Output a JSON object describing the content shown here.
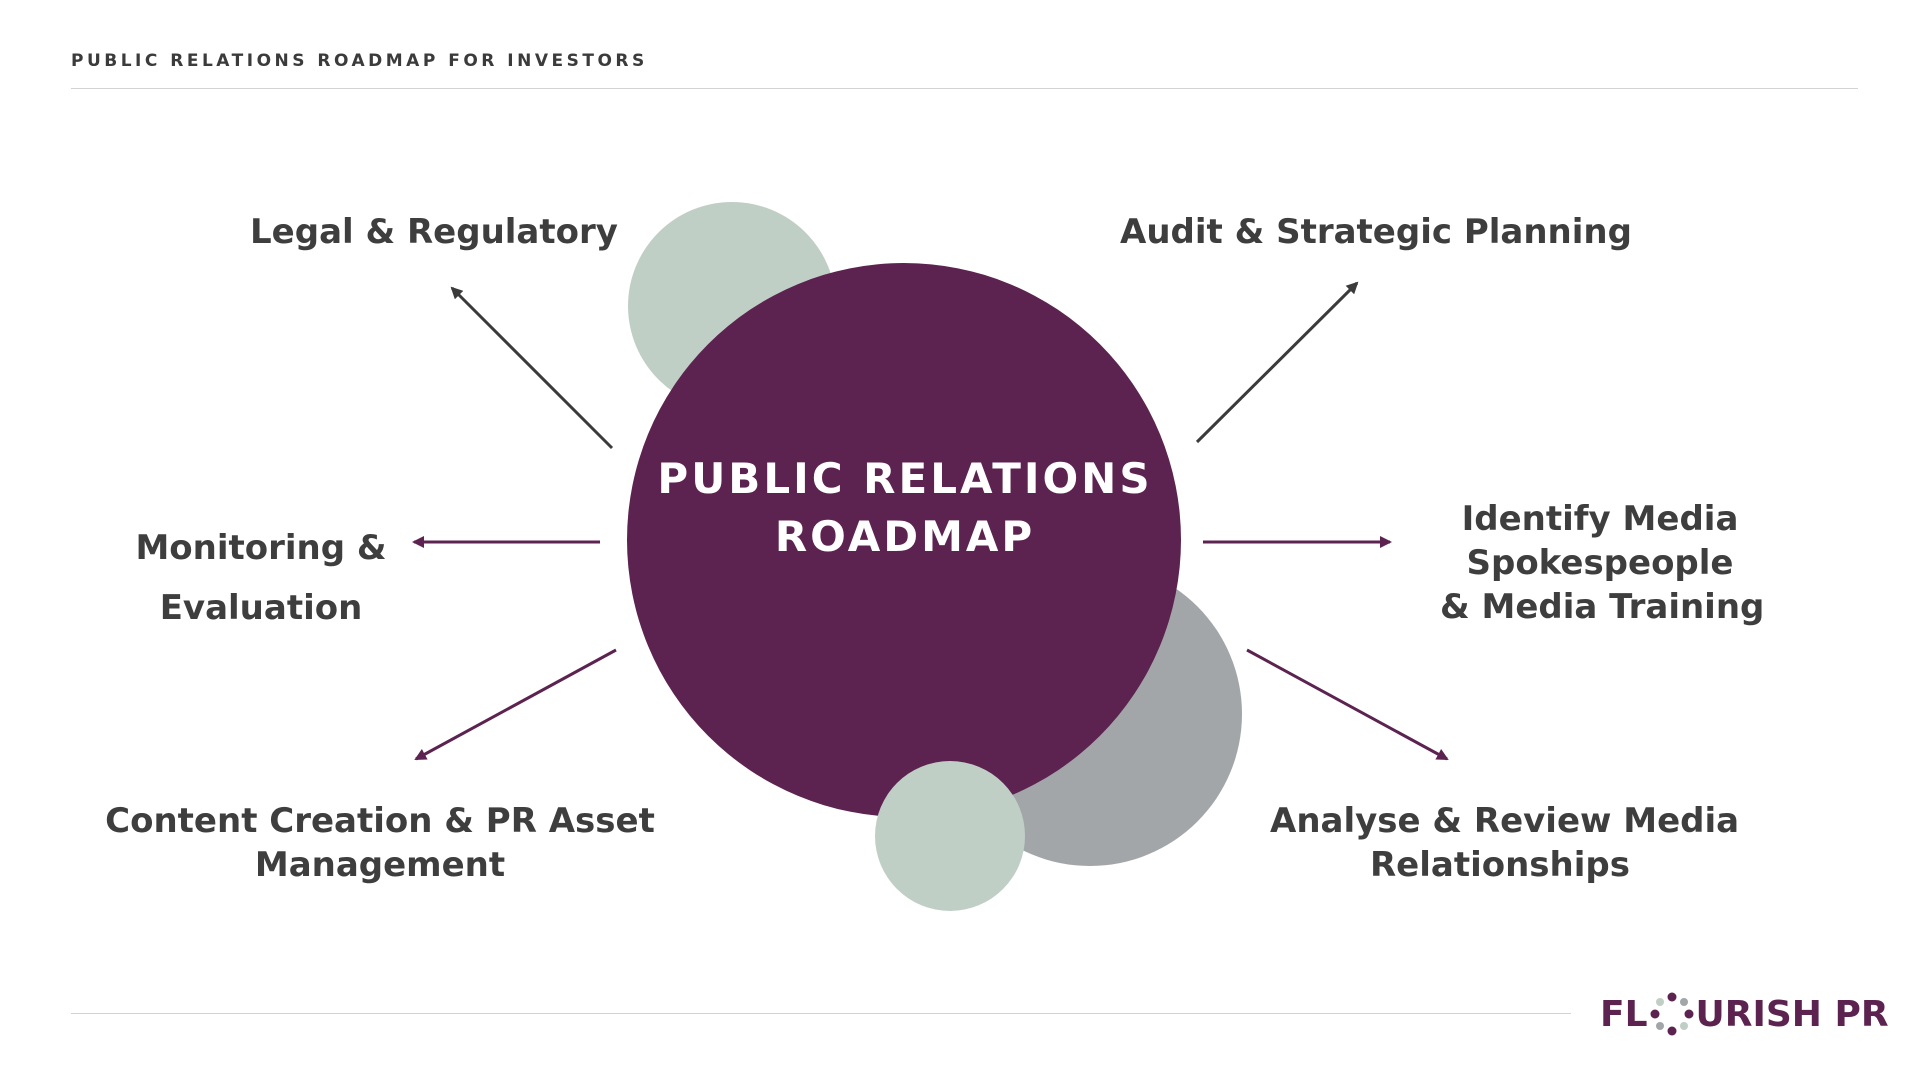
{
  "header": {
    "title": "PUBLIC RELATIONS ROADMAP FOR INVESTORS"
  },
  "hub": {
    "line1": "PUBLIC RELATIONS",
    "line2": "ROADMAP"
  },
  "nodes": {
    "legal": {
      "lines": [
        "Legal & Regulatory"
      ]
    },
    "audit": {
      "lines": [
        "Audit & Strategic Planning"
      ]
    },
    "monitoring": {
      "lines": [
        "Monitoring &",
        "Evaluation"
      ]
    },
    "media_training": {
      "lines": [
        "Identify Media",
        "Spokespeople",
        "& Media Training"
      ]
    },
    "content": {
      "lines": [
        "Content Creation & PR Asset",
        "Management"
      ]
    },
    "relationships": {
      "lines": [
        "Analyse & Review Media",
        "Relationships"
      ]
    }
  },
  "logo": {
    "text_before": "FL",
    "text_after": "URISH PR"
  },
  "colors": {
    "hub": "#5c2350",
    "sage": "#c0cfc6",
    "grey": "#a3a6a9",
    "arrow_dark": "#3b3b3b",
    "arrow_plum": "#5c2350",
    "text": "#3e3e3e"
  }
}
